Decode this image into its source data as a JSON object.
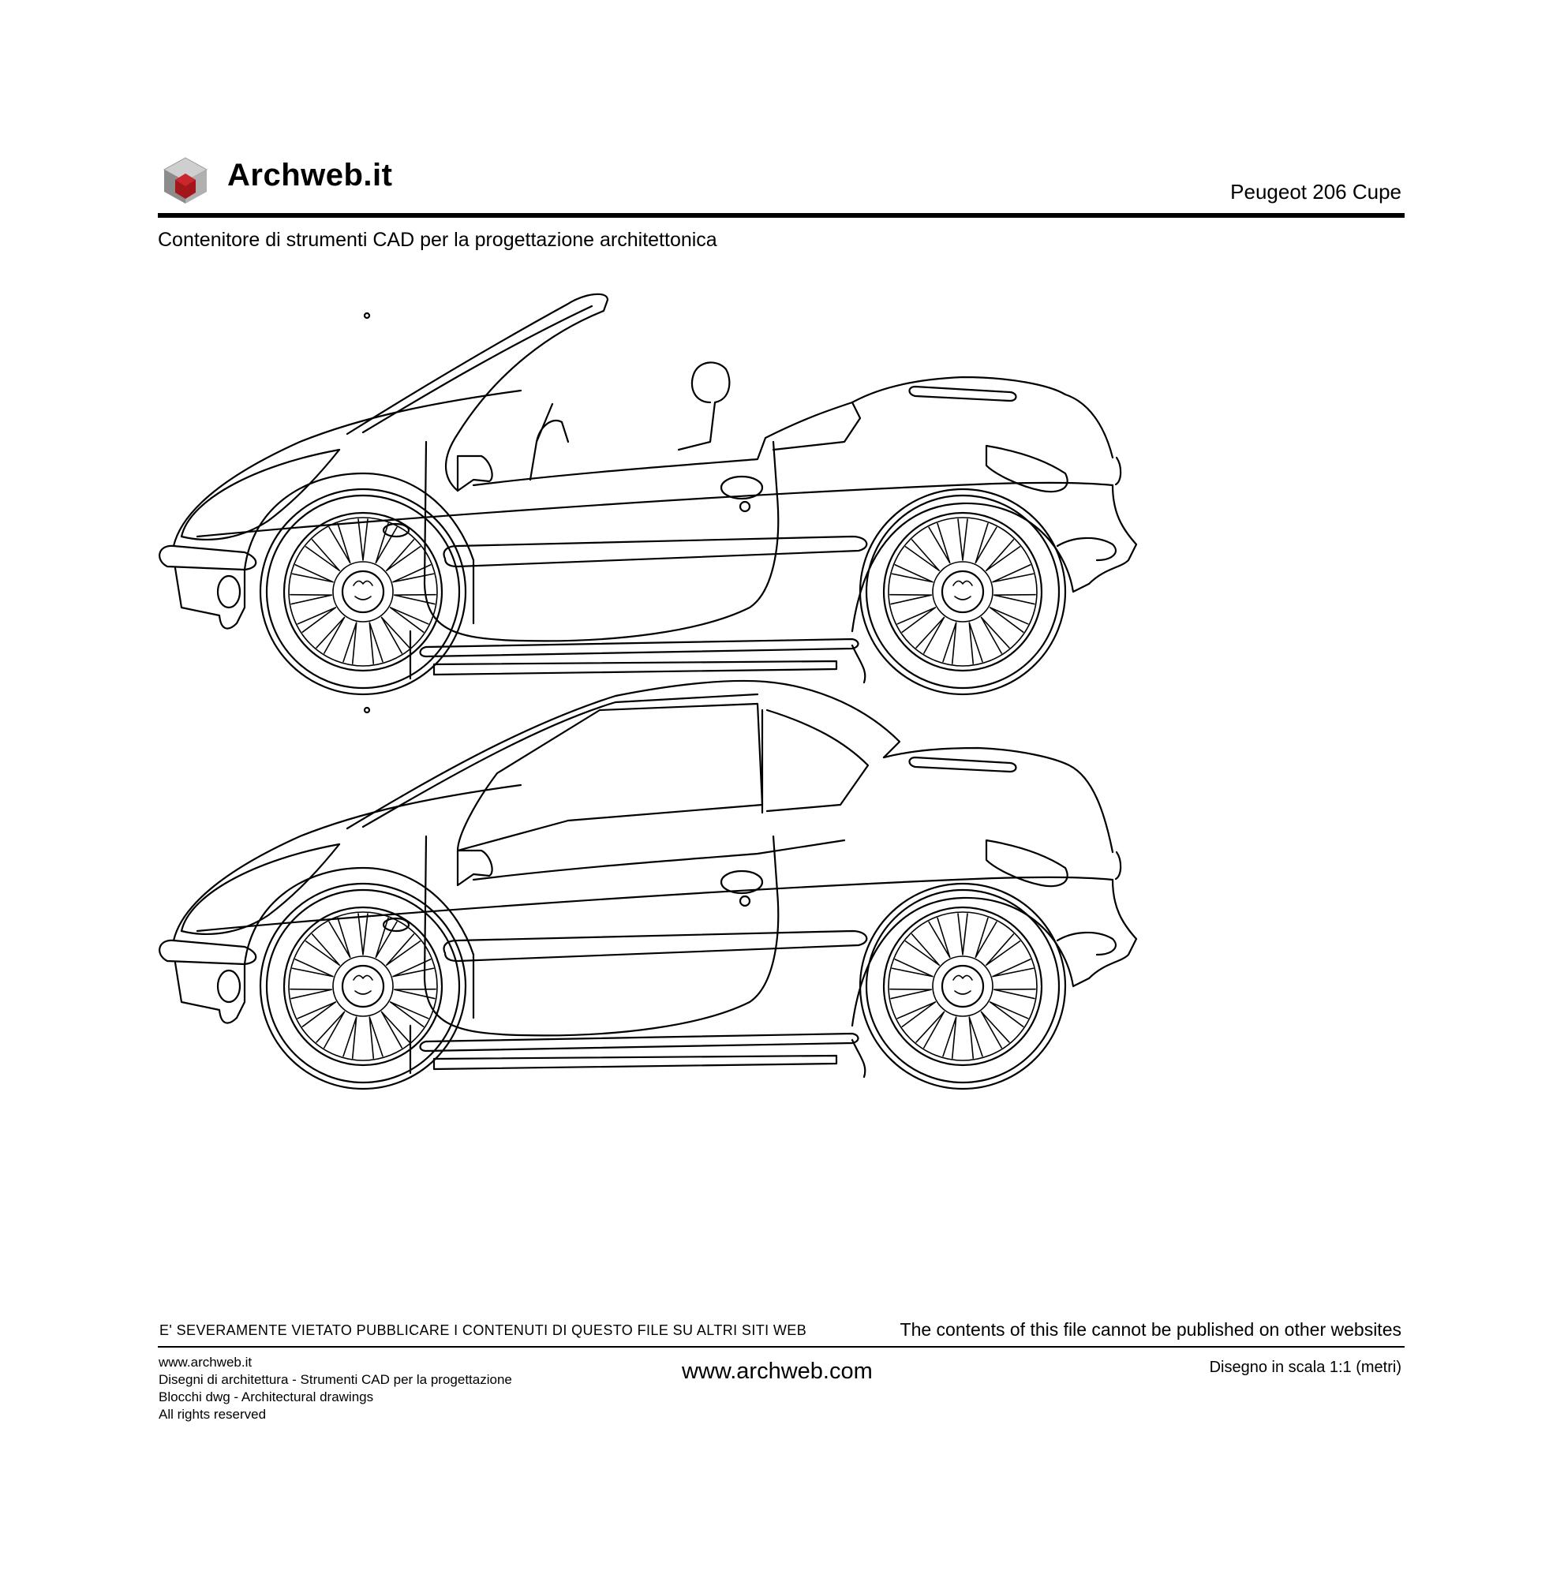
{
  "header": {
    "brand": "Archweb.it",
    "drawing_title": "Peugeot 206 Cupe",
    "subtitle": "Contenitore di strumenti CAD per la progettazione architettonica"
  },
  "footer": {
    "warning_it": "E' SEVERAMENTE VIETATO PUBBLICARE I CONTENUTI DI QUESTO FILE SU ALTRI SITI WEB",
    "warning_en": "The contents of this file cannot be published on other websites",
    "left_lines": [
      "www.archweb.it",
      "Disegni di architettura - Strumenti CAD  per la progettazione",
      "Blocchi dwg - Architectural drawings",
      "All rights reserved"
    ],
    "website": "www.archweb.com",
    "scale": "Disegno in scala 1:1 (metri)"
  },
  "colors": {
    "logo_red": "#a3161c",
    "logo_grey_light": "#bfbfbf",
    "logo_grey_dark": "#7a7a7a"
  }
}
